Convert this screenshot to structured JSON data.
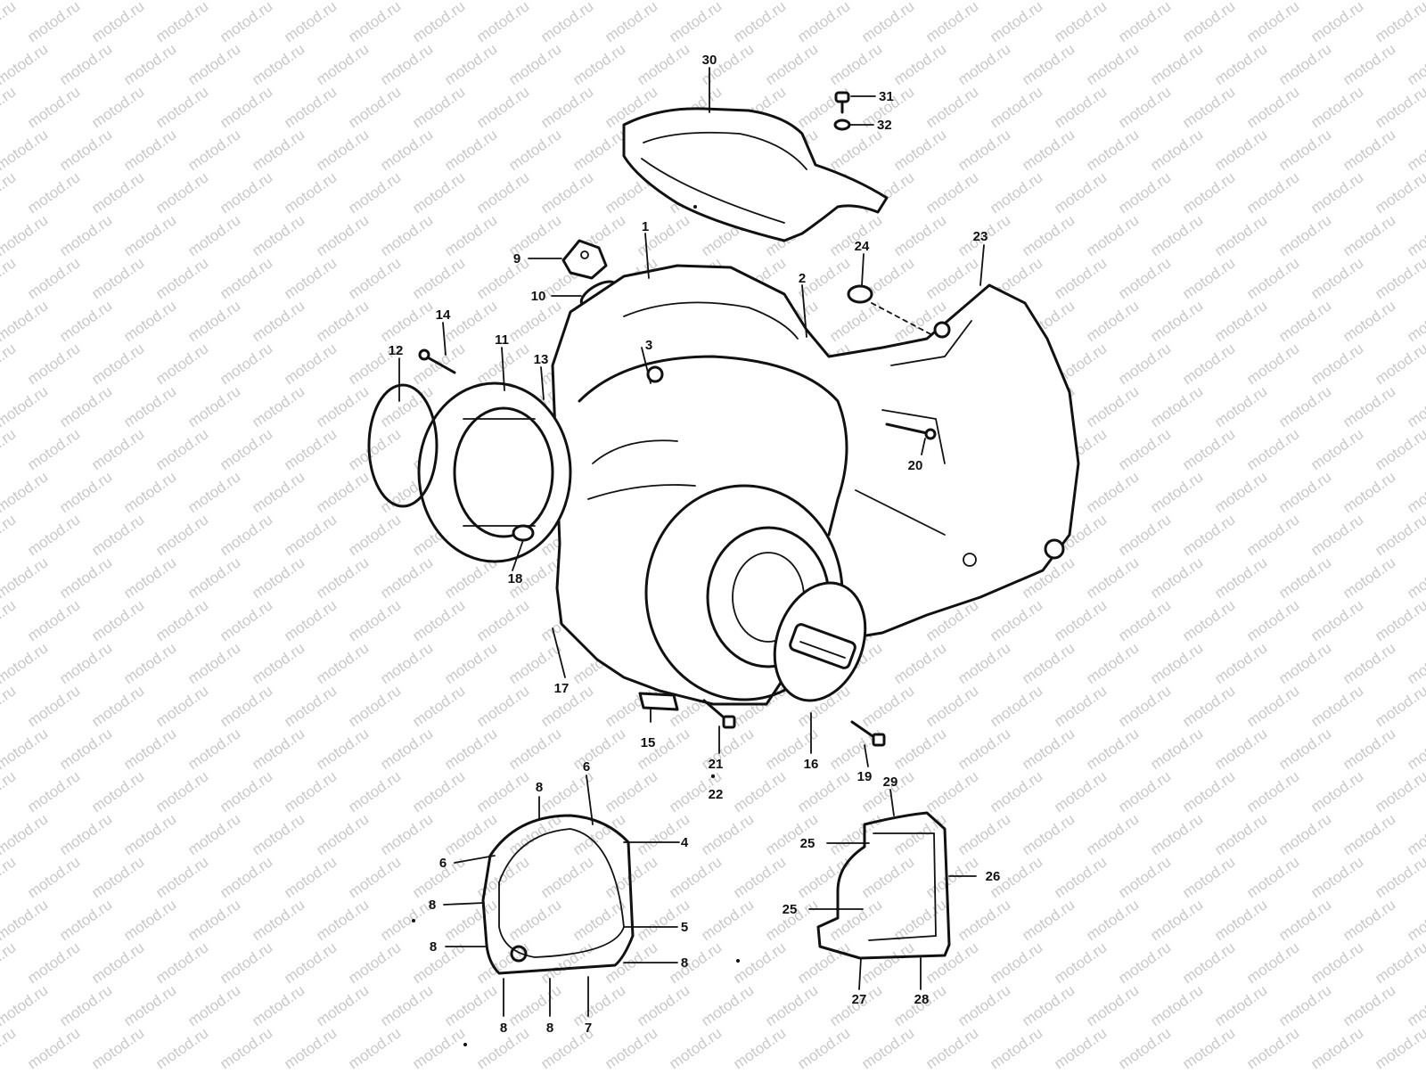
{
  "watermark": {
    "text": "motod.ru"
  },
  "callouts": {
    "c1": "1",
    "c2": "2",
    "c3": "3",
    "c4": "4",
    "c5": "5",
    "c6a": "6",
    "c6b": "6",
    "c7": "7",
    "c8a": "8",
    "c8b": "8",
    "c8c": "8",
    "c8d": "8",
    "c8e": "8",
    "c8f": "8",
    "c9": "9",
    "c10": "10",
    "c11": "11",
    "c12": "12",
    "c13": "13",
    "c14": "14",
    "c15": "15",
    "c16": "16",
    "c17": "17",
    "c18": "18",
    "c19": "19",
    "c20": "20",
    "c21": "21",
    "c22": "22",
    "c23": "23",
    "c24": "24",
    "c25a": "25",
    "c25b": "25",
    "c26": "26",
    "c27": "27",
    "c28": "28",
    "c29": "29",
    "c30": "30",
    "c31": "31",
    "c32": "32"
  }
}
